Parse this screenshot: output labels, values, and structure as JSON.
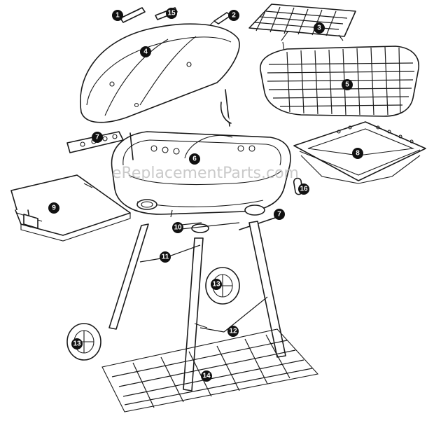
{
  "watermark": "eReplacementParts.com",
  "callouts": {
    "c1": "1",
    "c2": "2",
    "c3": "3",
    "c4": "4",
    "c5": "5",
    "c6": "6",
    "c7a": "7",
    "c7b": "7",
    "c8": "8",
    "c9": "9",
    "c10": "10",
    "c11": "11",
    "c12": "12",
    "c13a": "13",
    "c13b": "13",
    "c14": "14",
    "c15": "15",
    "c16": "16"
  }
}
